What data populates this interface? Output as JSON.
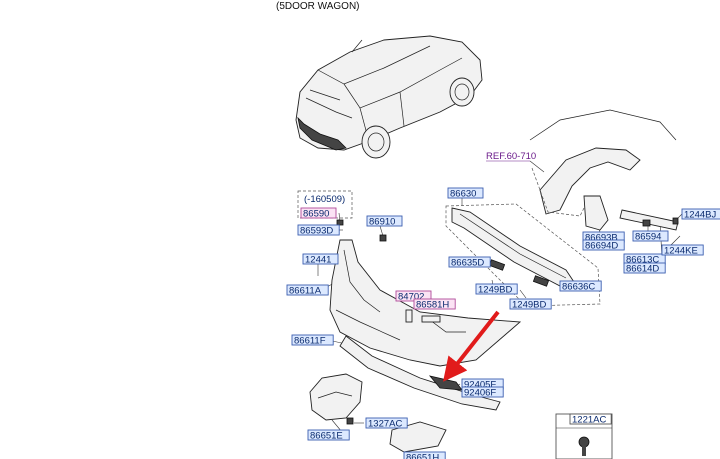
{
  "header": {
    "title": "(5DOOR WAGON)"
  },
  "reference": {
    "label": "REF.60-710"
  },
  "note": {
    "label": "(-160509)"
  },
  "parts": [
    {
      "id": "p86590",
      "code": "86590",
      "style": "pink"
    },
    {
      "id": "p86910",
      "code": "86910",
      "style": "blue"
    },
    {
      "id": "p86593D",
      "code": "86593D",
      "style": "blue"
    },
    {
      "id": "p12441",
      "code": "12441",
      "style": "blue"
    },
    {
      "id": "p86611A",
      "code": "86611A",
      "style": "blue"
    },
    {
      "id": "p86630",
      "code": "86630",
      "style": "blue"
    },
    {
      "id": "p86635D",
      "code": "86635D",
      "style": "blue"
    },
    {
      "id": "p1249BD_a",
      "code": "1249BD",
      "style": "blue"
    },
    {
      "id": "p1249BD_b",
      "code": "1249BD",
      "style": "blue"
    },
    {
      "id": "p86636C",
      "code": "86636C",
      "style": "blue"
    },
    {
      "id": "p84702",
      "code": "84702",
      "style": "pink"
    },
    {
      "id": "p86581H",
      "code": "86581H",
      "style": "pink"
    },
    {
      "id": "p86611F",
      "code": "86611F",
      "style": "blue"
    },
    {
      "id": "p92405F",
      "code": "92405F",
      "style": "blue"
    },
    {
      "id": "p92406F",
      "code": "92406F",
      "style": "blue"
    },
    {
      "id": "p86651E",
      "code": "86651E",
      "style": "blue"
    },
    {
      "id": "p1327AC",
      "code": "1327AC",
      "style": "blue"
    },
    {
      "id": "p86651H",
      "code": "86651H",
      "style": "blue"
    },
    {
      "id": "p86693B",
      "code": "86693B",
      "style": "blue"
    },
    {
      "id": "p86694D",
      "code": "86694D",
      "style": "blue"
    },
    {
      "id": "p86594",
      "code": "86594",
      "style": "blue"
    },
    {
      "id": "p86613C",
      "code": "86613C",
      "style": "blue"
    },
    {
      "id": "p86614D",
      "code": "86614D",
      "style": "blue"
    },
    {
      "id": "p1244BJ",
      "code": "1244BJ",
      "style": "blue"
    },
    {
      "id": "p1244KE",
      "code": "1244KE",
      "style": "blue"
    },
    {
      "id": "p1221AC",
      "code": "1221AC",
      "style": "plain"
    }
  ],
  "colors": {
    "highlight_arrow": "#e11b1b",
    "label_fill": "#dce9ff",
    "label_border": "#3b5fb0",
    "pink_fill": "#fbe3f4"
  }
}
